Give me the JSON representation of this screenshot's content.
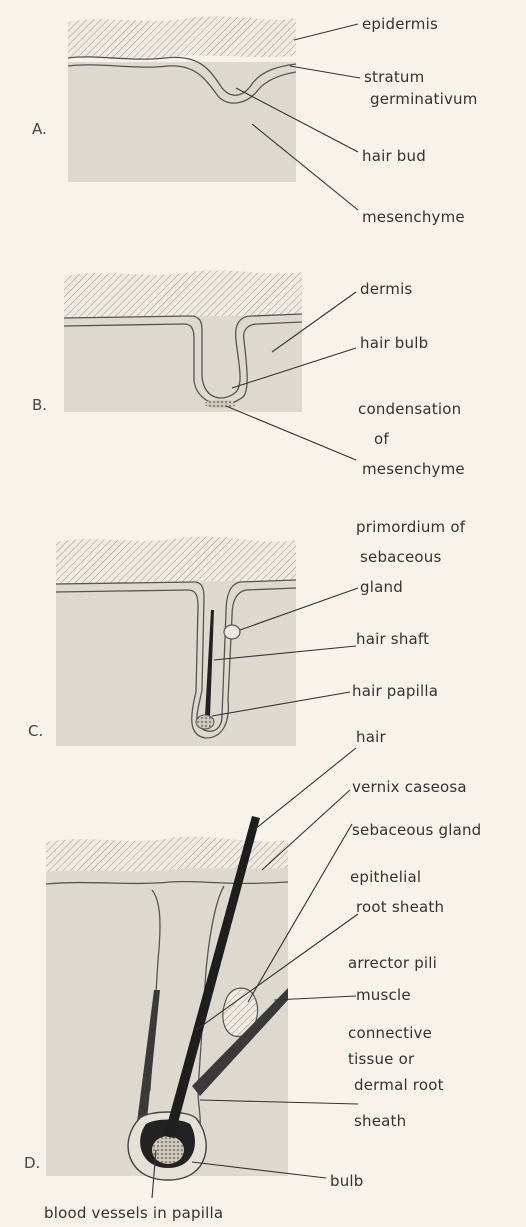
{
  "panels": {
    "a": {
      "letter": "A.",
      "labels": {
        "epidermis": "epidermis",
        "stratum_1": "stratum",
        "stratum_2": "germinativum",
        "hair_bud": "hair bud",
        "mesenchyme": "mesenchyme"
      }
    },
    "b": {
      "letter": "B.",
      "labels": {
        "dermis": "dermis",
        "hair_bulb": "hair bulb",
        "condensation_1": "condensation",
        "condensation_2": "of",
        "condensation_3": "mesenchyme"
      }
    },
    "c": {
      "letter": "C.",
      "labels": {
        "primordium_1": "primordium of",
        "primordium_2": "sebaceous",
        "primordium_3": "gland",
        "hair_shaft": "hair shaft",
        "hair_papilla": "hair papilla"
      }
    },
    "d": {
      "letter": "D.",
      "labels": {
        "hair": "hair",
        "vernix": "vernix caseosa",
        "sebaceous": "sebaceous gland",
        "epithelial_1": "epithelial",
        "epithelial_2": "root sheath",
        "arrector_1": "arrector pili",
        "arrector_2": "muscle",
        "connective_1": "connective",
        "connective_2": "tissue or",
        "connective_3": "dermal root",
        "connective_4": "sheath",
        "bulb": "bulb",
        "blood_vessels": "blood vessels in papilla"
      }
    }
  },
  "colors": {
    "dermis": "#ddd9cf",
    "ink": "#333333",
    "background": "#f7f3ea"
  }
}
